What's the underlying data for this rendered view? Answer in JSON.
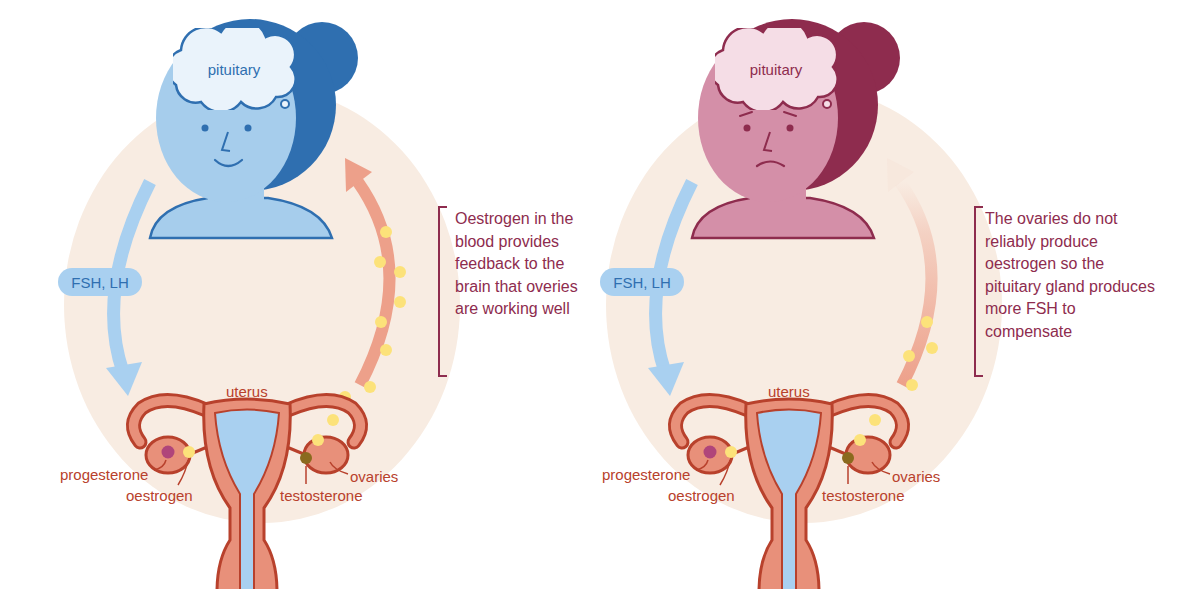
{
  "diagram": {
    "nodes": [
      {
        "text": [
          "pituitary"
        ]
      },
      {
        "text": [
          "FSH, LH"
        ]
      },
      {
        "text": [
          "pituitary"
        ]
      },
      {
        "text": [
          "FSH, LH"
        ]
      }
    ],
    "labels": [
      "Oestrogen in the blood provides feedback to the brain that overies are working well",
      "uterus",
      "progesterone",
      "oestrogen",
      "ovaries",
      "testosterone",
      "The ovaries do not reliably produce oestrogen so the pituitary gland produces more FSH to compensate",
      "uterus",
      "progesterone",
      "oestrogen",
      "ovaries",
      "testosterone"
    ]
  }
}
